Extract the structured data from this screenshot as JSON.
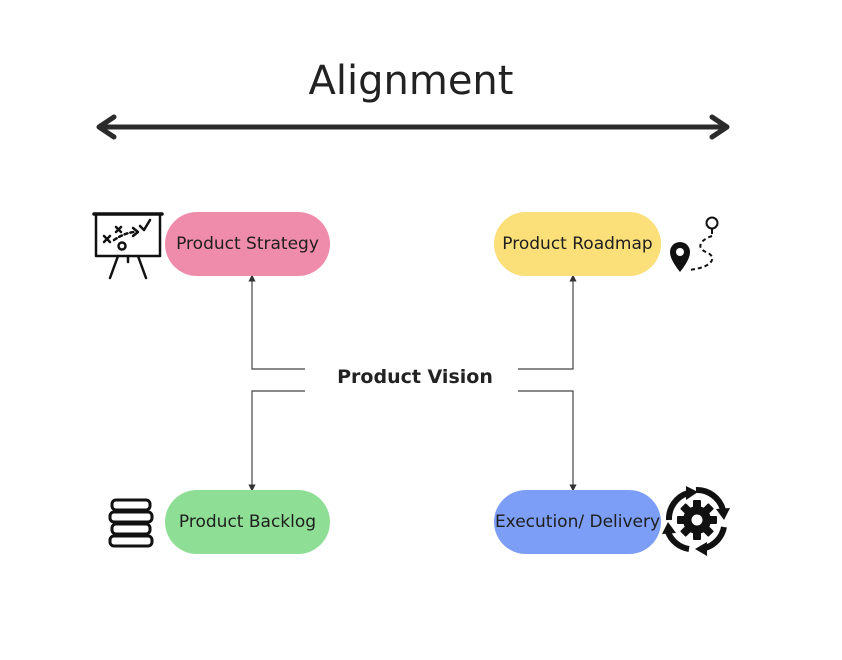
{
  "title": "Alignment",
  "center": "Product Vision",
  "nodes": {
    "strategy": {
      "label": "Product Strategy",
      "color": "#f08cab",
      "icon": "strategy-board-icon"
    },
    "roadmap": {
      "label": "Product Roadmap",
      "color": "#fbdf78",
      "icon": "route-pin-icon"
    },
    "backlog": {
      "label": "Product Backlog",
      "color": "#8fde95",
      "icon": "stack-icon"
    },
    "delivery": {
      "label": "Execution/ Delivery",
      "color": "#7d9ef7",
      "icon": "gear-cycle-icon"
    }
  },
  "line_color": "#333333"
}
